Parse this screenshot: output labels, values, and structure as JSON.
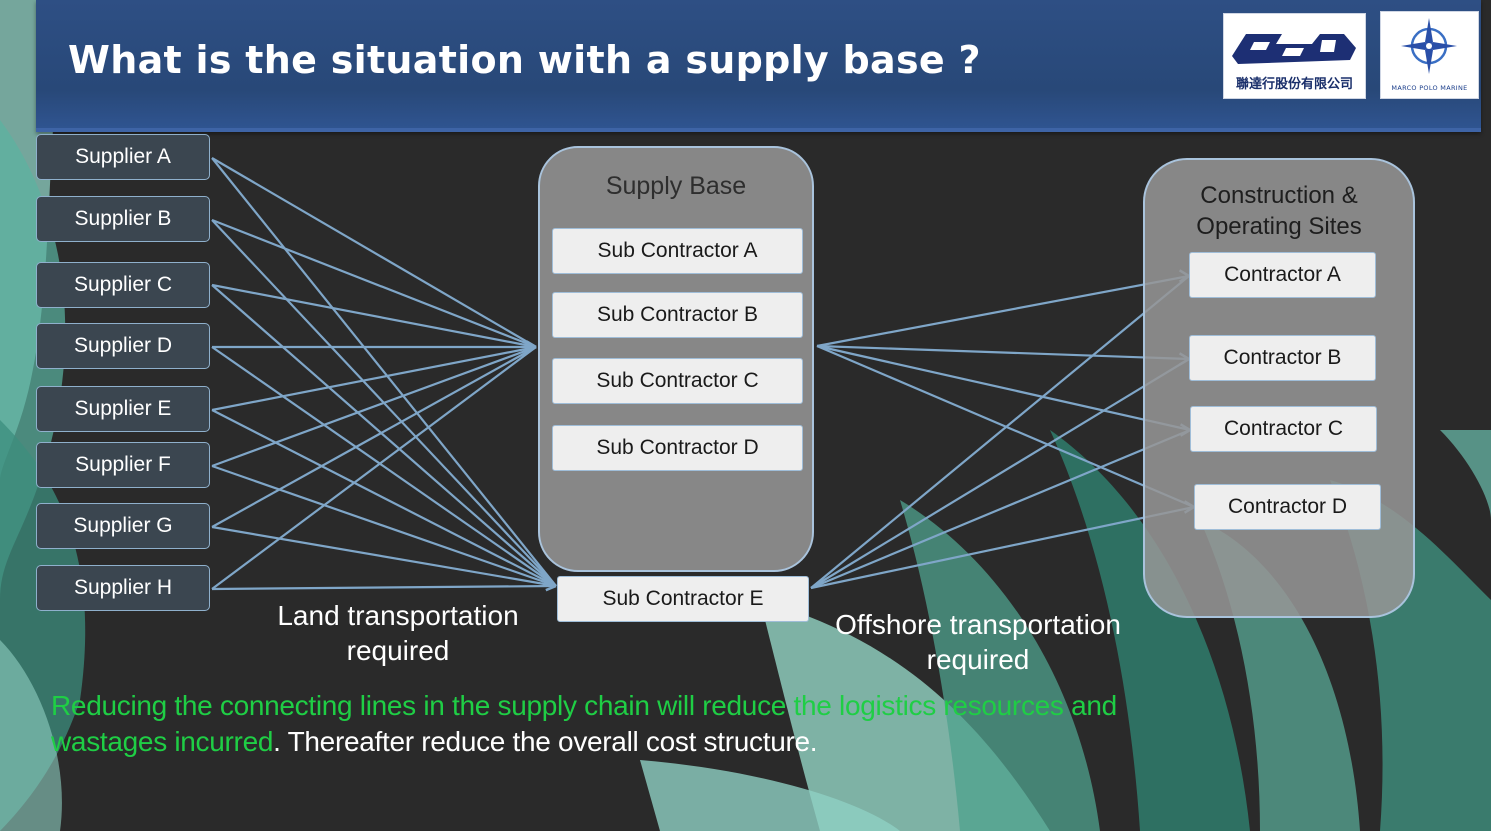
{
  "title": "What is the situation with a supply base ?",
  "logos": {
    "left_text": "聯達行股份有限公司",
    "right_text": "MARCO POLO MARINE"
  },
  "suppliers": [
    "Supplier A",
    "Supplier B",
    "Supplier C",
    "Supplier D",
    "Supplier E",
    "Supplier F",
    "Supplier G",
    "Supplier H"
  ],
  "supply_base": {
    "title": "Supply Base",
    "subcontractors": [
      "Sub Contractor A",
      "Sub Contractor B",
      "Sub Contractor C",
      "Sub Contractor D"
    ],
    "outside": "Sub Contractor E"
  },
  "sites": {
    "title_line1": "Construction &",
    "title_line2": "Operating Sites",
    "contractors": [
      "Contractor A",
      "Contractor B",
      "Contractor C",
      "Contractor D"
    ]
  },
  "labels": {
    "land_line1": "Land transportation",
    "land_line2": "required",
    "offshore_line1": "Offshore transportation",
    "offshore_line2": "required"
  },
  "bottom": {
    "green_line1": "Reducing the connecting lines in the supply chain will reduce the logistics resources and",
    "green_line2": "wastages incurred",
    "white_tail": ".  Thereafter reduce the overall cost structure."
  },
  "colors": {
    "title_bar": "#2e4f84",
    "connector_line": "#7fa6c8",
    "green_text": "#1fce45"
  }
}
